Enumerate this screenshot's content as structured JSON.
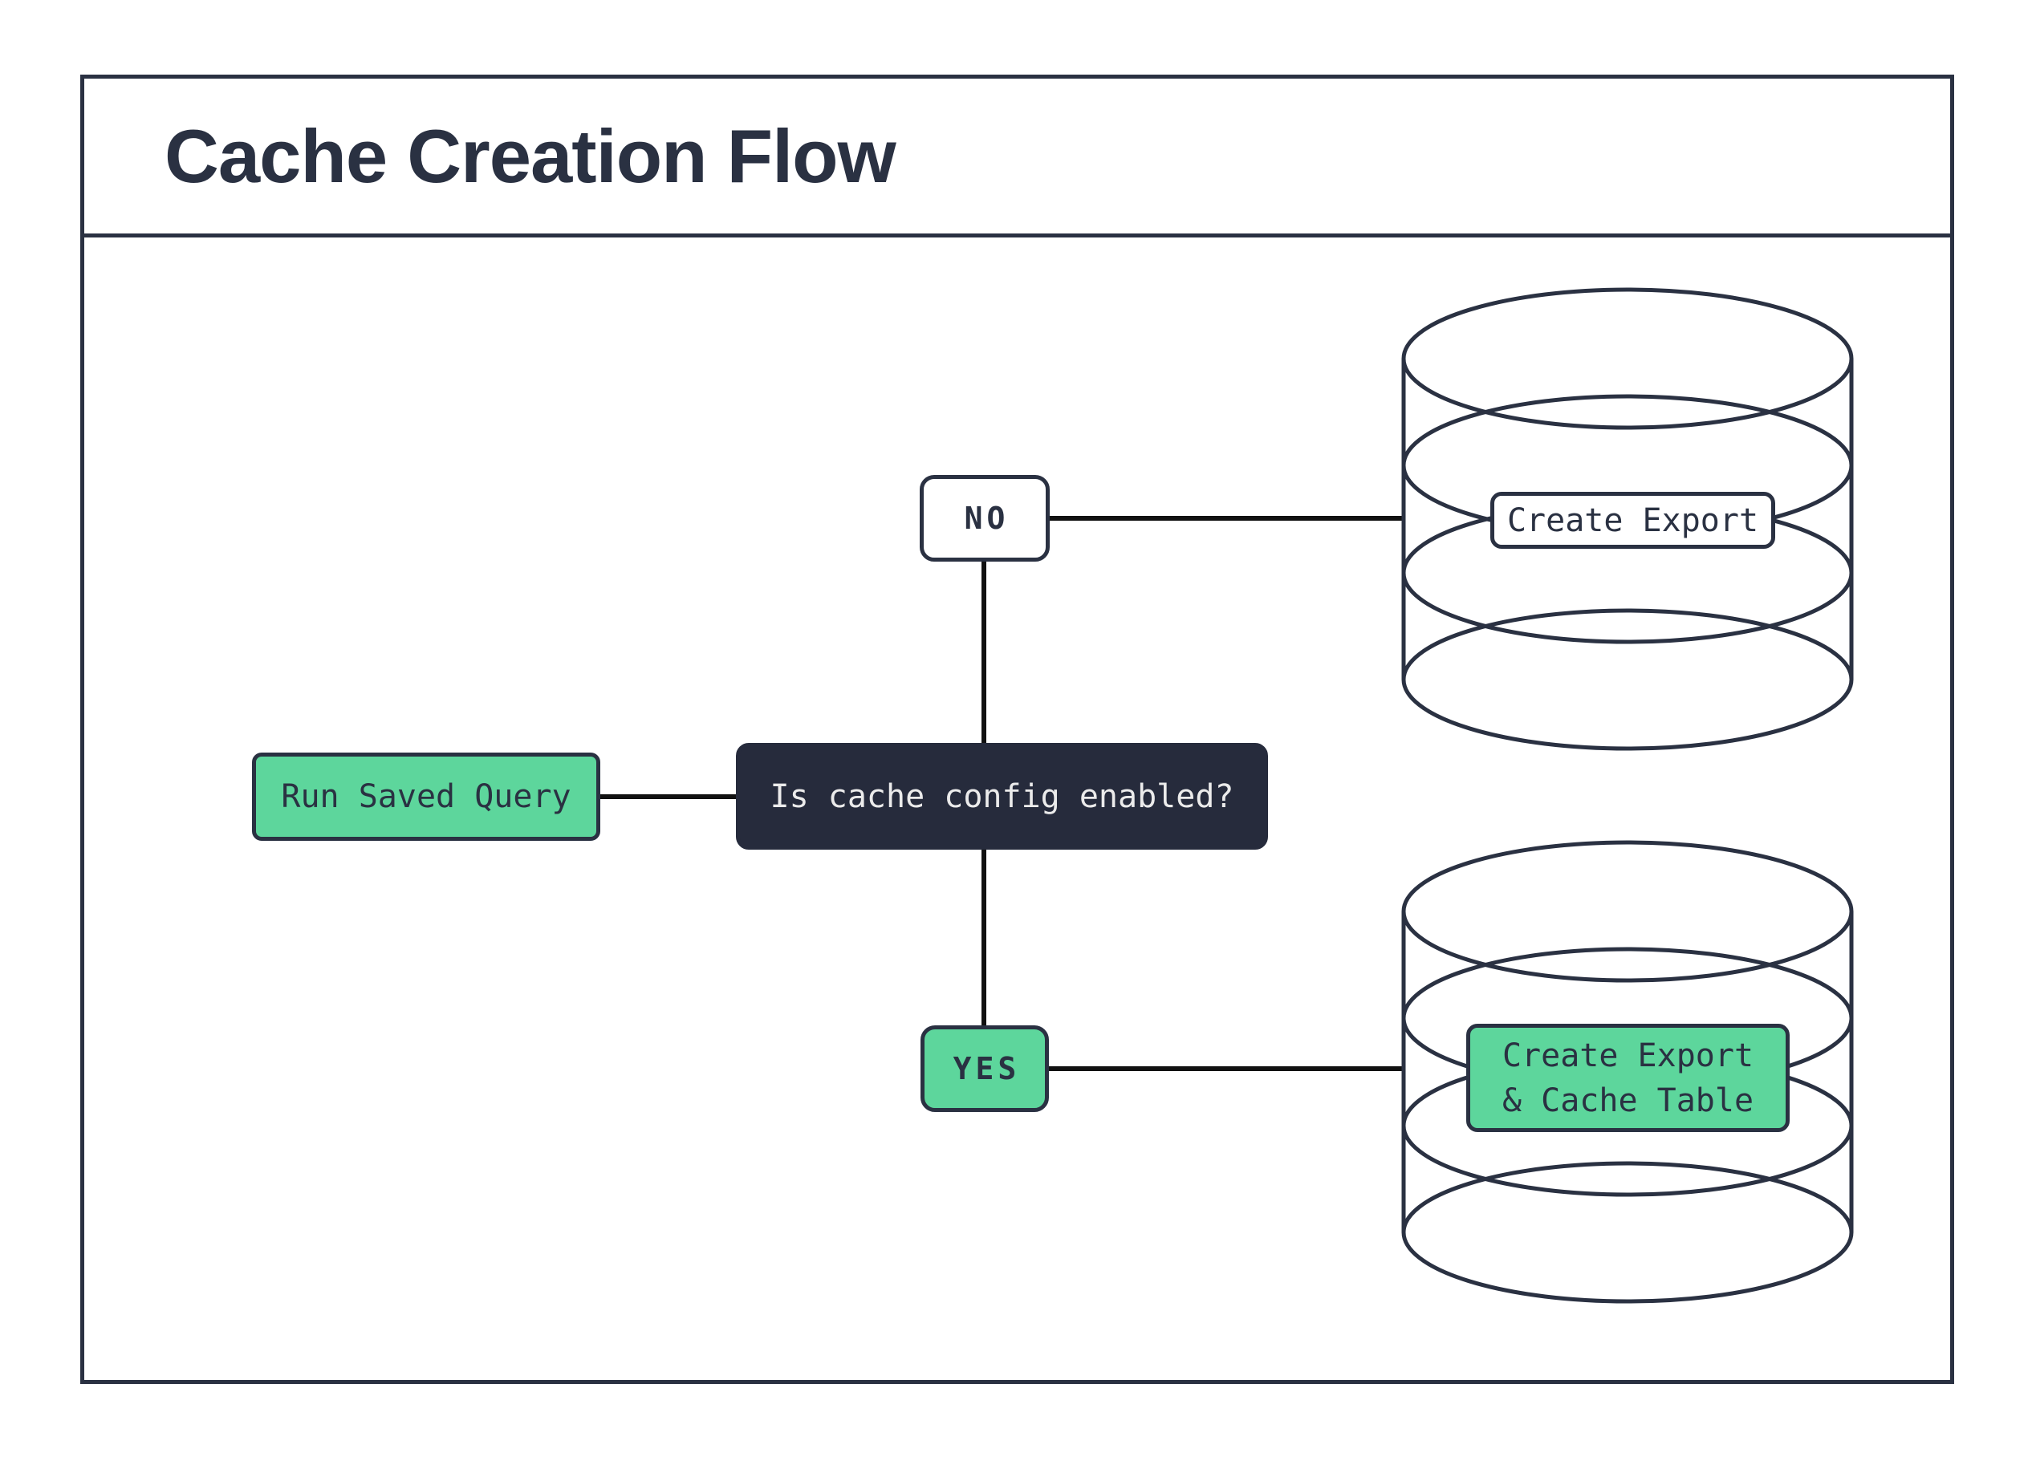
{
  "title": "Cache Creation Flow",
  "flow": {
    "start_node": {
      "label": "Run Saved Query"
    },
    "decision_node": {
      "label": "Is cache config enabled?"
    },
    "no_branch": {
      "label": "NO"
    },
    "yes_branch": {
      "label": "YES"
    },
    "no_result": {
      "label": "Create Export"
    },
    "yes_result": {
      "lines": [
        "Create Export",
        "& Cache Table"
      ]
    }
  },
  "theme": {
    "colors": {
      "accent_green": "#5dd69c",
      "ink_navy": "#2a3142",
      "decision_fill": "#262b3c",
      "decision_text": "#ebebeb",
      "connector_black": "#111111",
      "background": "#ffffff"
    }
  }
}
